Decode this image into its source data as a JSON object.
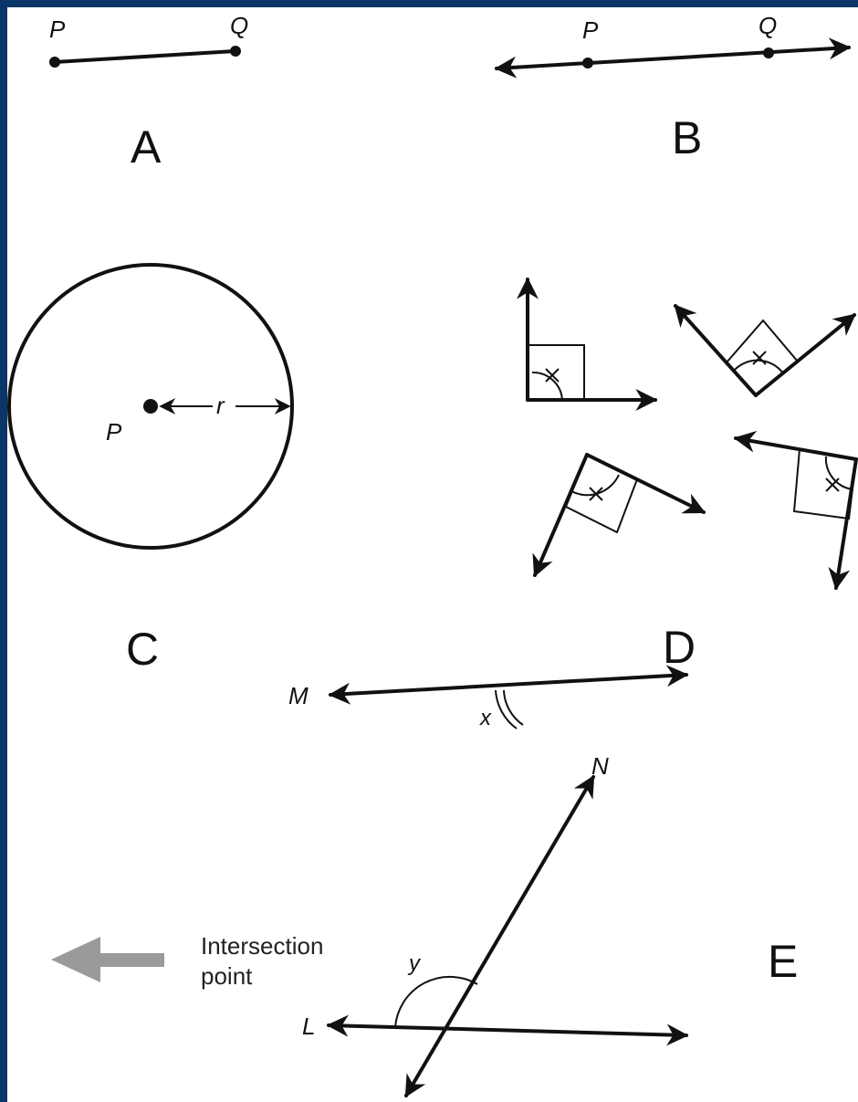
{
  "panels": {
    "A": {
      "letter": "A",
      "point_labels": [
        "P",
        "Q"
      ]
    },
    "B": {
      "letter": "B",
      "point_labels": [
        "P",
        "Q"
      ]
    },
    "C": {
      "letter": "C",
      "center_label": "P",
      "radius_label": "r"
    },
    "D": {
      "letter": "D"
    },
    "E": {
      "letter": "E",
      "line_labels": [
        "M",
        "N",
        "L"
      ],
      "angle_labels": [
        "x",
        "y"
      ],
      "arrow_caption_line1": "Intersection",
      "arrow_caption_line2": "point"
    }
  },
  "colors": {
    "frame": "#0a3566",
    "ink": "#111111",
    "arrow_gray": "#9a9a9a"
  }
}
